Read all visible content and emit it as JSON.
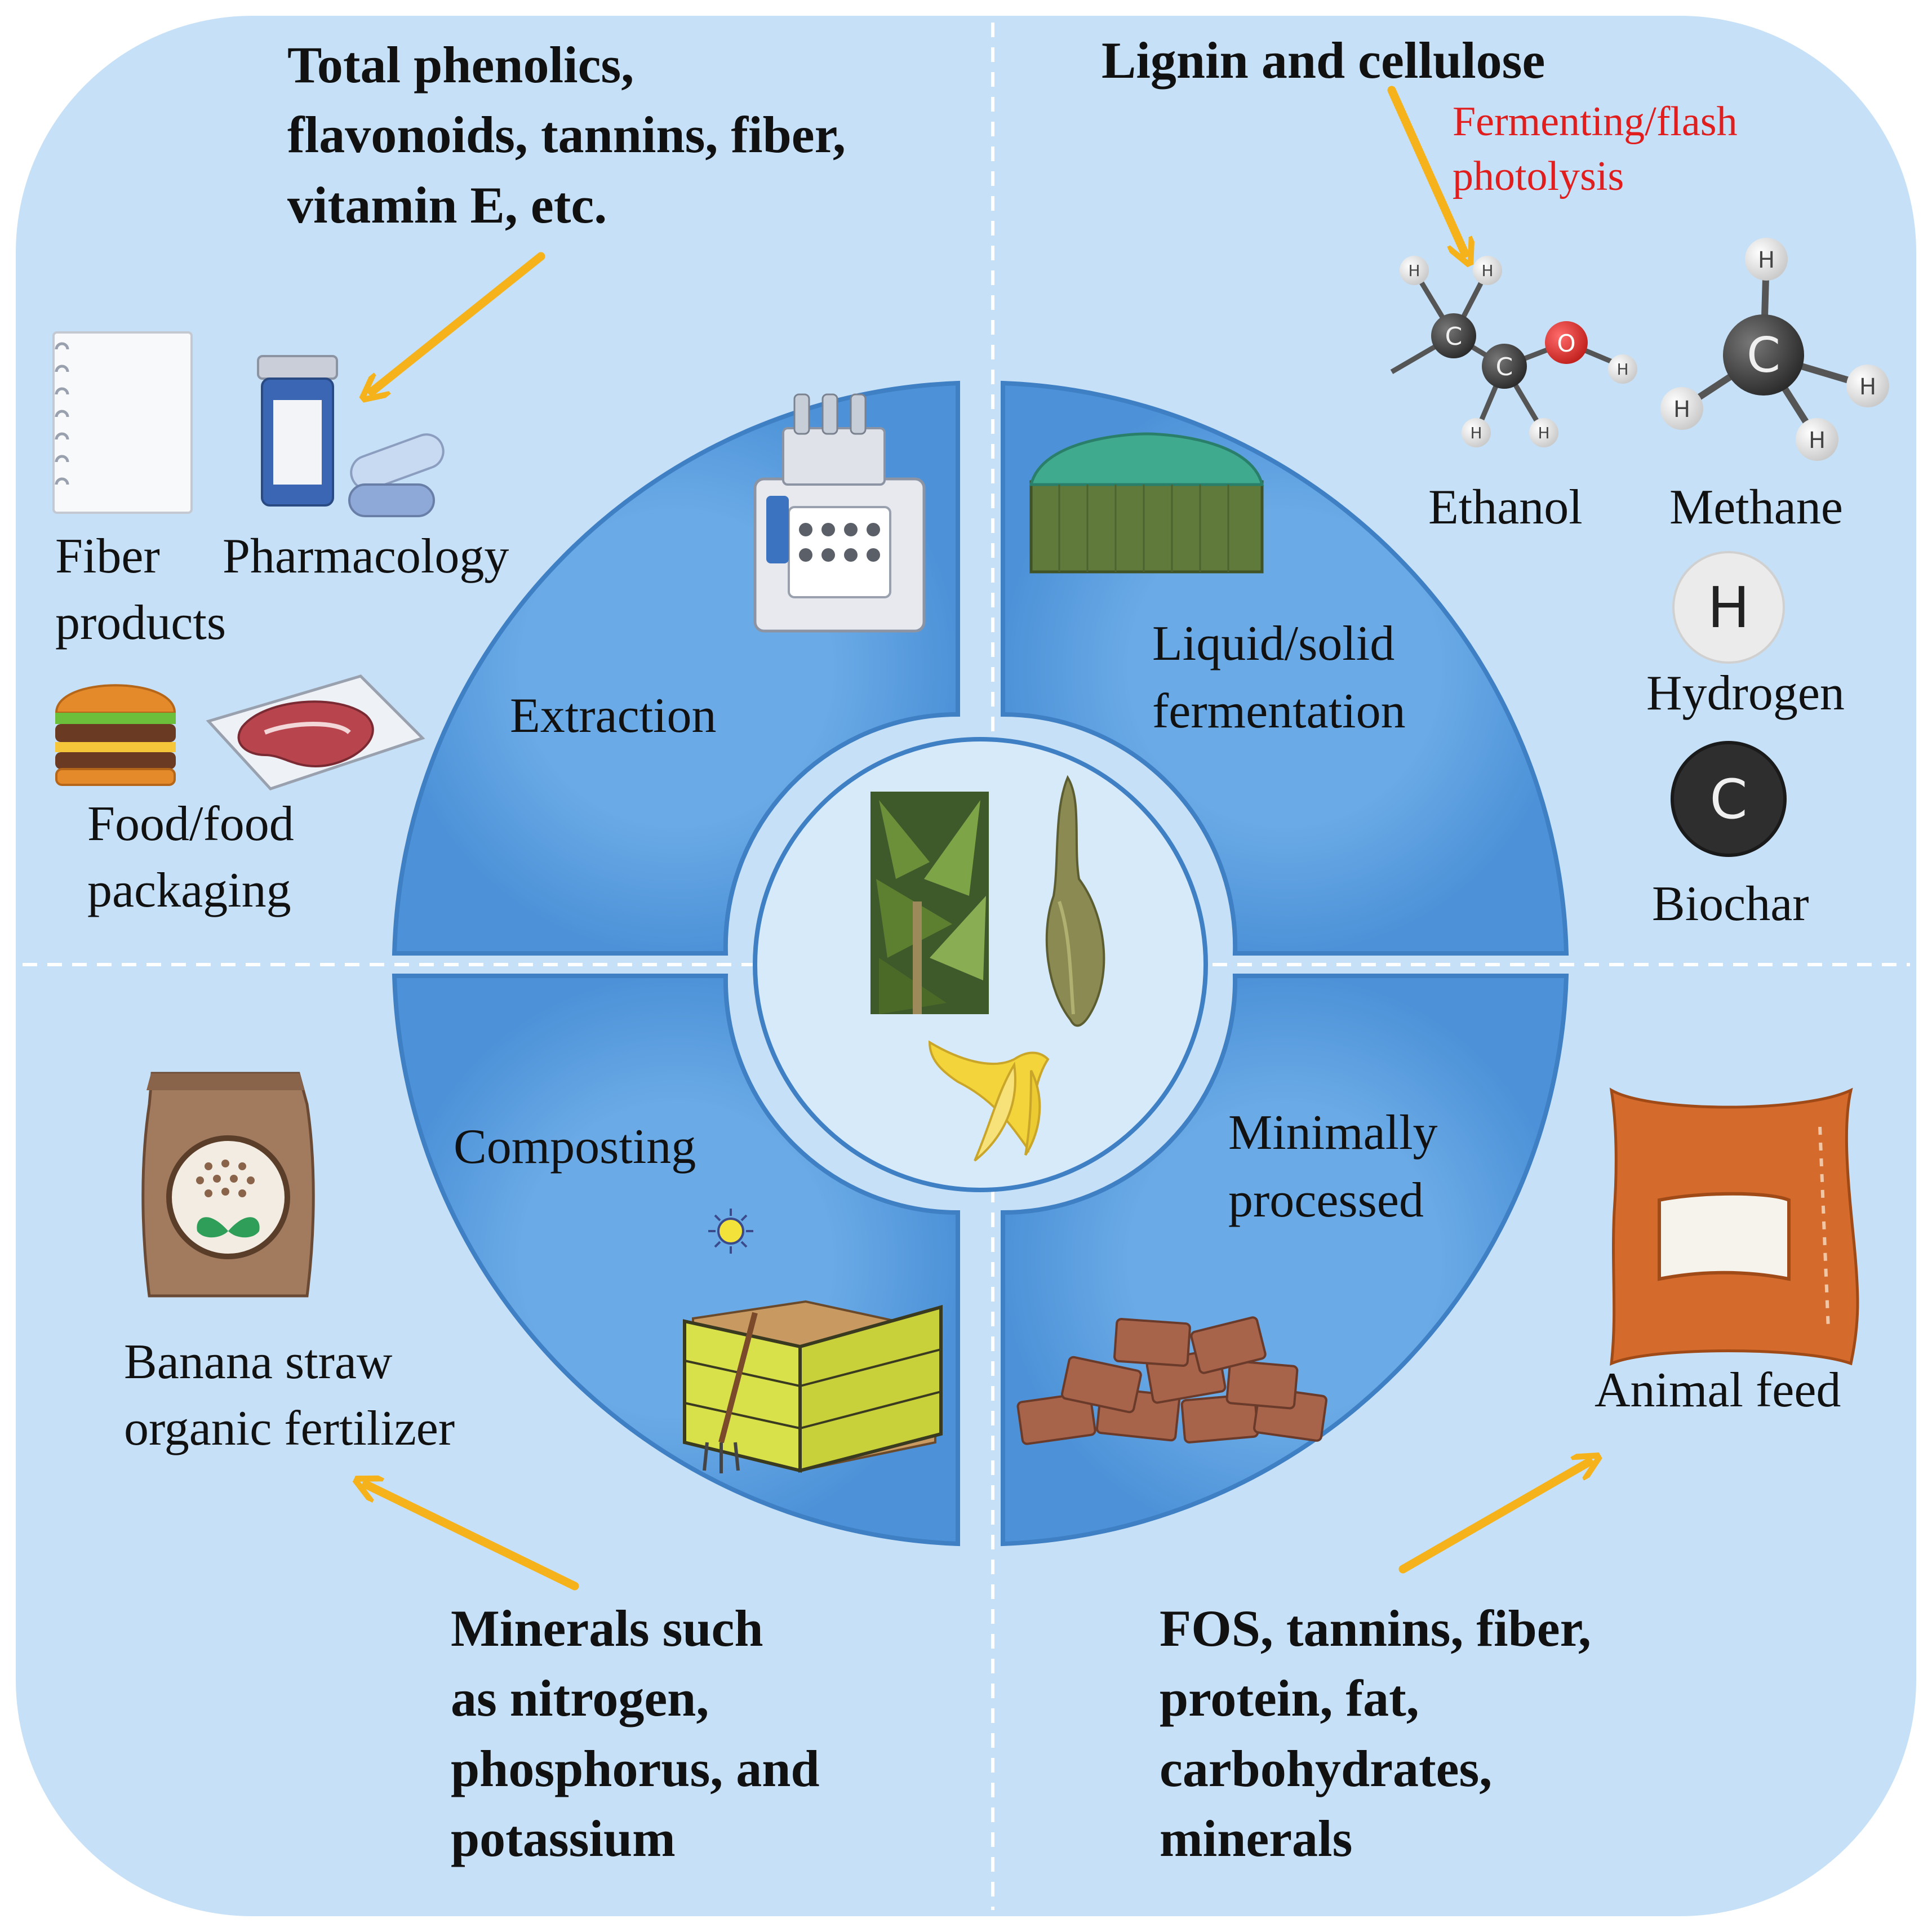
{
  "colors": {
    "panel": "#c6e1f7",
    "ring": "#5b9fe1",
    "ring_edge": "#3f7fc4",
    "center": "#d6eafa",
    "arrow": "#f6b21a",
    "red_text": "#e01e1e",
    "divider": "#ffffff"
  },
  "top_left": {
    "nutrients": [
      "Total phenolics,",
      "flavonoids, tannins, fiber,",
      "vitamin E, etc."
    ],
    "fiber_products": [
      "Fiber",
      "products"
    ],
    "pharmacology": "Pharmacology",
    "food_packaging": [
      "Food/food",
      "packaging"
    ]
  },
  "top_right": {
    "title": "Lignin and cellulose",
    "process": [
      "Fermenting/flash",
      "photolysis"
    ],
    "ethanol": "Ethanol",
    "methane": "Methane",
    "hydrogen": "Hydrogen",
    "biochar": "Biochar",
    "atom_h": "H",
    "atom_c": "C",
    "atom_o": "O"
  },
  "bottom_left": {
    "fertilizer": [
      "Banana straw",
      "organic fertilizer"
    ],
    "minerals": [
      "Minerals such",
      "as nitrogen,",
      "phosphorus, and",
      "potassium"
    ]
  },
  "bottom_right": {
    "feed": "Animal feed",
    "nutrients": [
      "FOS, tannins, fiber,",
      "protein, fat,",
      "carbohydrates,",
      "minerals"
    ]
  },
  "ring": {
    "extraction": "Extraction",
    "fermentation": [
      "Liquid/solid",
      "fermentation"
    ],
    "composting": "Composting",
    "minimal": [
      "Minimally",
      "processed"
    ]
  }
}
